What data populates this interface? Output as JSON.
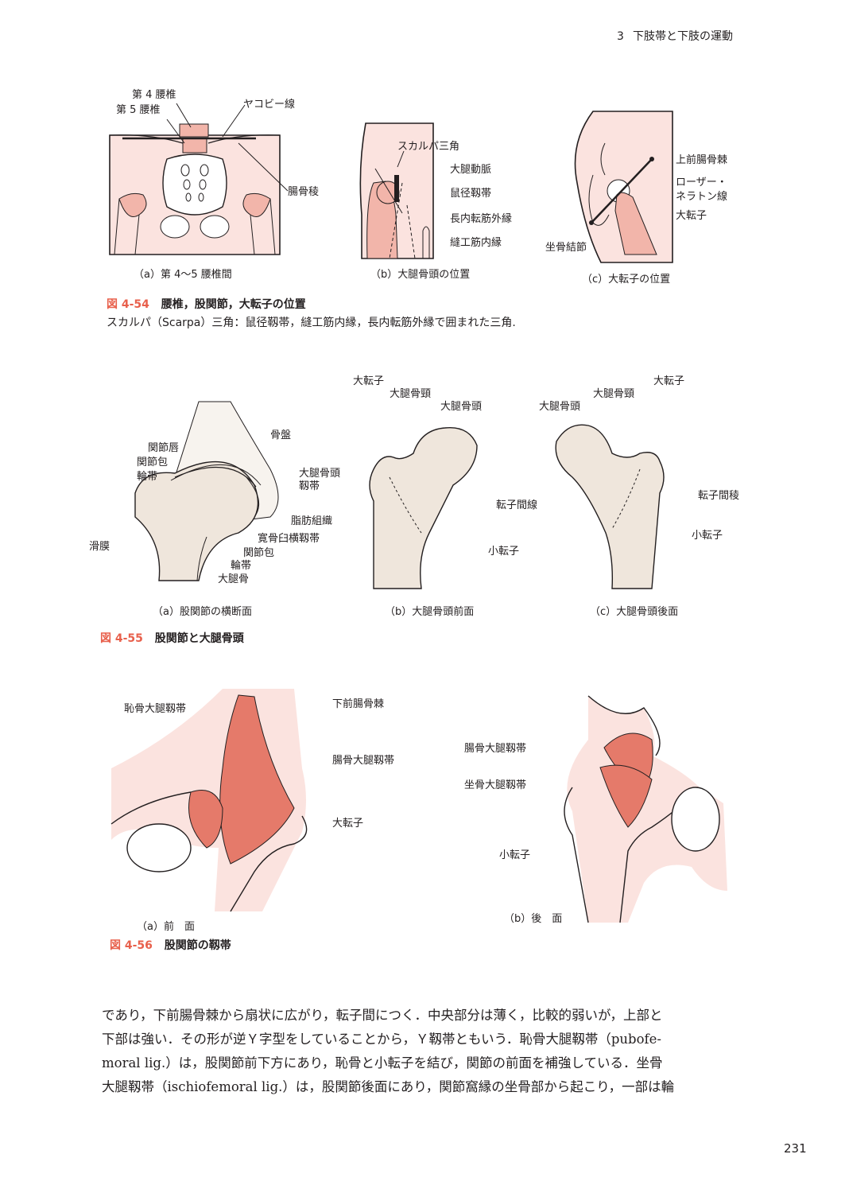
{
  "header": {
    "chapter_no": "3",
    "chapter_title": "下肢帯と下肢の運動"
  },
  "fig54": {
    "number": "図 4-54",
    "title": "腰椎，股関節，大転子の位置",
    "note": "スカルパ（Scarpa）三角：鼠径靱帯，縫工筋内縁，長内転筋外縁で囲まれた三角.",
    "a": {
      "caption": "（a）第 4〜5 腰椎間",
      "labels": [
        "第 4 腰椎",
        "第 5 腰椎",
        "ヤコビー線",
        "腸骨稜"
      ]
    },
    "b": {
      "caption": "（b）大腿骨頭の位置",
      "labels": [
        "スカルパ三角",
        "大腿動脈",
        "鼠径靱帯",
        "長内転筋外縁",
        "縫工筋内縁"
      ]
    },
    "c": {
      "caption": "（c）大転子の位置",
      "labels": [
        "上前腸骨棘",
        "ローザー・",
        "ネラトン線",
        "大転子",
        "坐骨結節"
      ]
    }
  },
  "fig55": {
    "number": "図 4-55",
    "title": "股関節と大腿骨頭",
    "a": {
      "caption": "（a）股関節の横断面",
      "labels": [
        "関節唇",
        "関節包",
        "輪帯",
        "骨盤",
        "大腿骨頭",
        "靱帯",
        "脂肪組織",
        "寛骨臼横靱帯",
        "関節包",
        "滑膜",
        "輪帯",
        "大腿骨"
      ]
    },
    "b": {
      "caption": "（b）大腿骨頭前面",
      "labels": [
        "大転子",
        "大腿骨頸",
        "大腿骨頭",
        "転子間線",
        "小転子"
      ]
    },
    "c": {
      "caption": "（c）大腿骨頭後面",
      "labels": [
        "大腿骨頭",
        "大腿骨頸",
        "大転子",
        "転子間稜",
        "小転子"
      ]
    }
  },
  "fig56": {
    "number": "図 4-56",
    "title": "股関節の靱帯",
    "a": {
      "caption": "（a）前　面",
      "labels": [
        "恥骨大腿靱帯",
        "下前腸骨棘",
        "腸骨大腿靱帯",
        "大転子"
      ]
    },
    "b": {
      "caption": "（b）後　面",
      "labels": [
        "腸骨大腿靱帯",
        "坐骨大腿靱帯",
        "小転子"
      ]
    }
  },
  "body": [
    "であり，下前腸骨棘から扇状に広がり，転子間につく．中央部分は薄く，比較的弱いが，上部と",
    "下部は強い．その形が逆Ｙ字型をしていることから，Ｙ靱帯ともいう．恥骨大腿靱帯（pubofe-",
    "moral lig.）は，股関節前下方にあり，恥骨と小転子を結び，関節の前面を補強している．坐骨",
    "大腿靱帯（ischiofemoral lig.）は，股関節後面にあり，関節窩縁の坐骨部から起こり，一部は輪"
  ],
  "page_number": "231",
  "colors": {
    "accent": "#e8604c",
    "skin": "#fbe3df",
    "bone": "#f2b5aa",
    "ligament": "#e57a6a"
  }
}
